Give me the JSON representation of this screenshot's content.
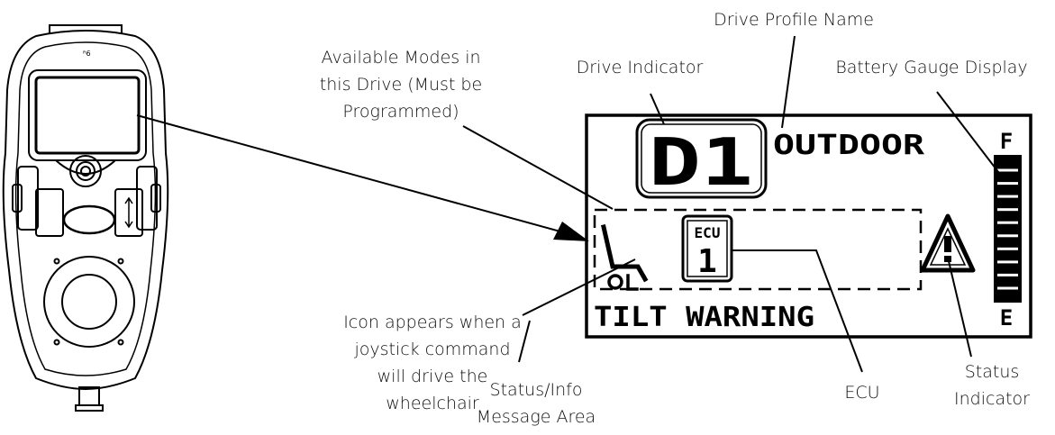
{
  "callouts": {
    "drive_profile_name": "Drive Profile Name",
    "available_modes": [
      "Available Modes in",
      "this Drive (Must be",
      "Programmed)"
    ],
    "drive_indicator": "Drive Indicator",
    "battery_gauge": "Battery Gauge Display",
    "joystick_icon": [
      "Icon appears when a",
      "joystick command",
      "will drive the",
      "wheelchair"
    ],
    "status_message": [
      "Status/Info",
      "Message Area"
    ],
    "ecu": "ECU",
    "status_indicator": [
      "Status",
      "Indicator"
    ]
  },
  "lcd": {
    "drive": "D1",
    "profile": "OUTDOOR",
    "ecu_label": "ECU",
    "ecu_number": "1",
    "message": "TILT WARNING",
    "battery_full": "F",
    "battery_empty": "E",
    "battery_level": 1.0,
    "battery_segments": 11
  },
  "icons": {
    "mode": "chair-tilt-icon",
    "status": "warning-triangle-icon"
  }
}
